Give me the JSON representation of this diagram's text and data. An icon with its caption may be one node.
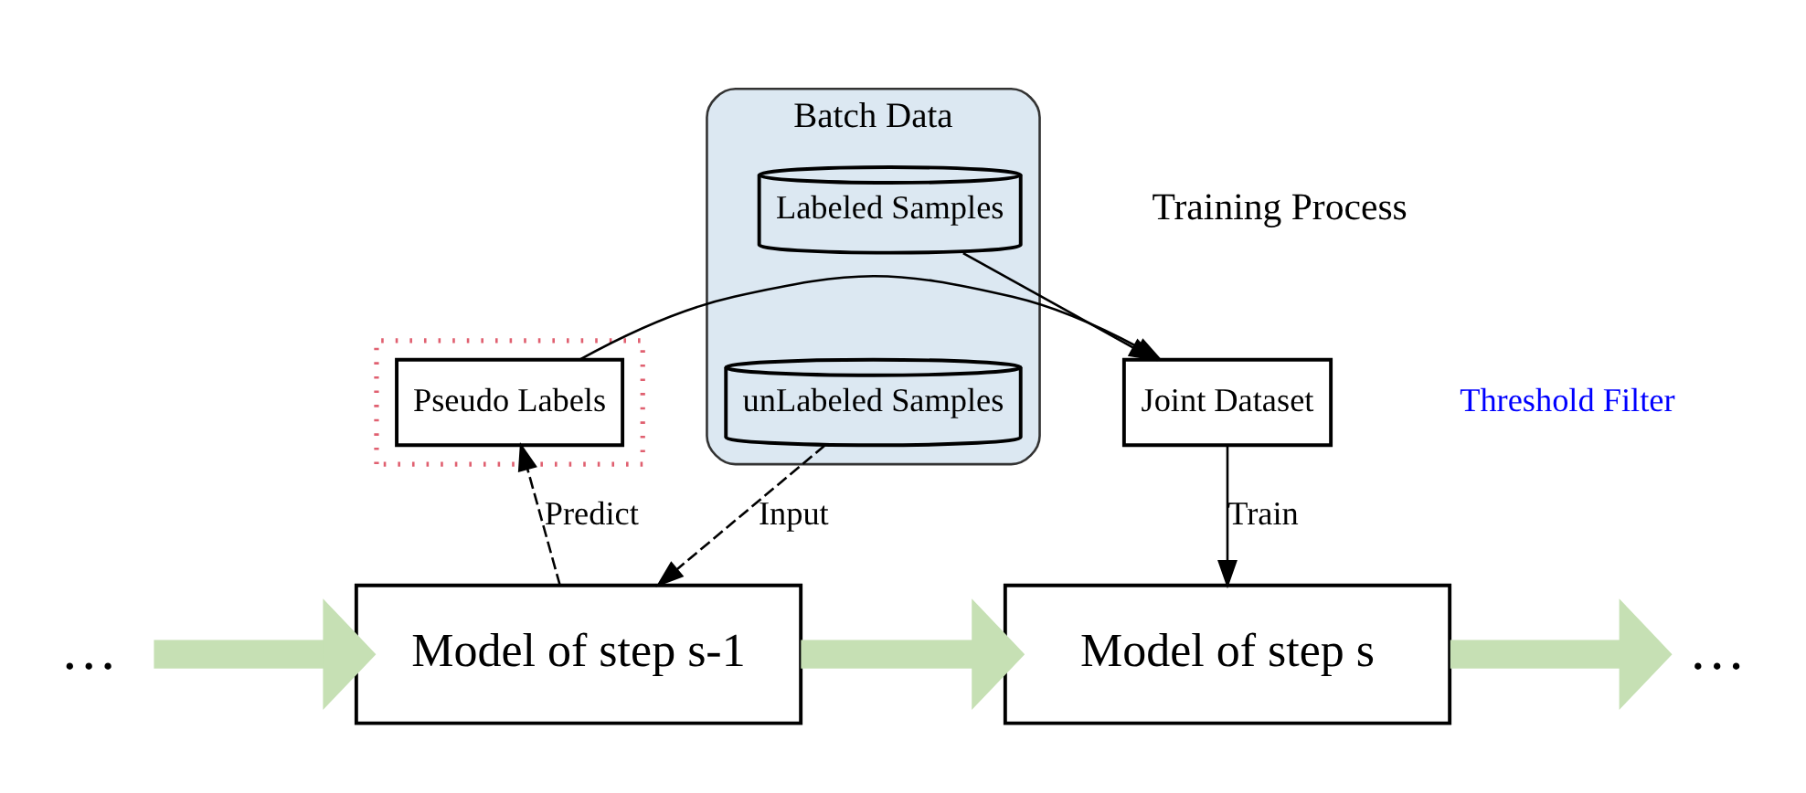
{
  "diagram": {
    "nodes": [
      {
        "text": [
          "Batch Data"
        ]
      },
      {
        "text": [],
        "shape": "box"
      },
      {
        "text": [
          "unLabeled Samples"
        ],
        "in": 0
      },
      {
        "text": [
          "Labeled Samples"
        ],
        "in": 0
      },
      {
        "text": [
          "Pseudo Labels"
        ],
        "in": 1
      },
      {
        "text": [
          "Joint Dataset"
        ]
      },
      {
        "text": [
          "…"
        ]
      },
      {
        "text": [
          "Model of step s-1"
        ]
      },
      {
        "text": [
          "Model of step s"
        ]
      },
      {
        "text": [
          "…"
        ]
      }
    ],
    "edges": [
      {
        "from": 2,
        "to": 7,
        "arrow": "to",
        "style": "dashed",
        "label": "Input"
      },
      {
        "from": 7,
        "to": 4,
        "arrow": "to",
        "style": "dashed",
        "label": "Predict"
      },
      {
        "from": 4,
        "to": 5,
        "arrow": "to"
      },
      {
        "from": 3,
        "to": 5,
        "arrow": "to"
      },
      {
        "from": 5,
        "to": 8,
        "arrow": "to",
        "label": "Train"
      },
      {
        "from": 6,
        "to": 7,
        "arrow": "to",
        "style": "thick",
        "color": "#c6e0b4"
      },
      {
        "from": 7,
        "to": 8,
        "arrow": "to",
        "style": "thick",
        "color": "#c6e0b4"
      },
      {
        "from": 8,
        "to": 9,
        "arrow": "to",
        "style": "thick",
        "color": "#c6e0b4"
      }
    ],
    "labels": [
      "Threshold Filter",
      "Training Process"
    ]
  }
}
